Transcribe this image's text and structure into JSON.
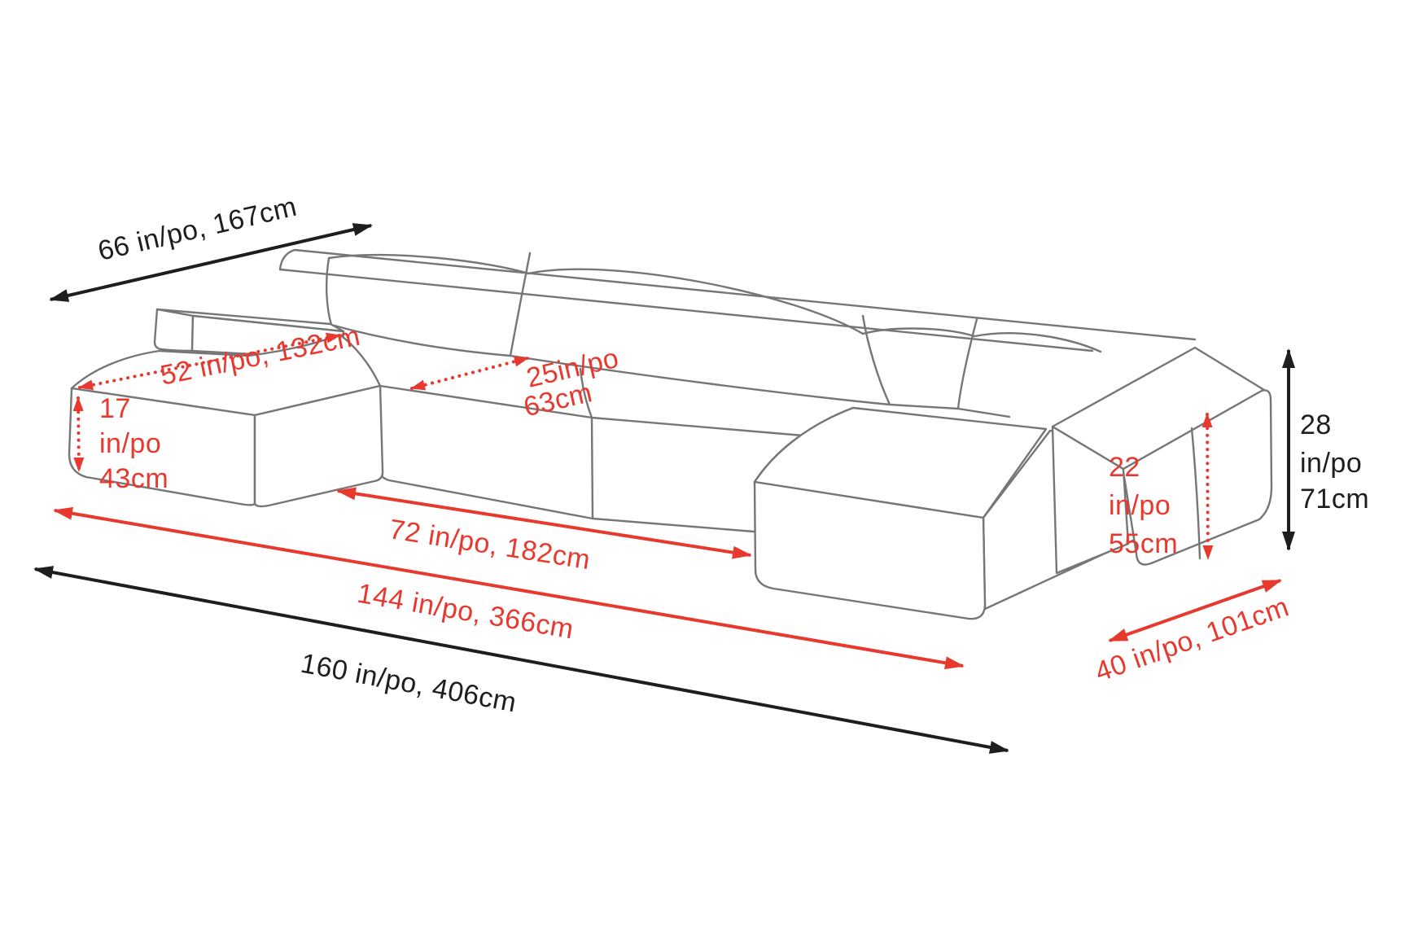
{
  "figure": {
    "name": "U-shaped sectional sofa dimension diagram",
    "background": "#ffffff"
  },
  "colors": {
    "annotation_red": "#e8392e",
    "annotation_black": "#1e1e1e",
    "sofa_outline": "#767676"
  },
  "annotations": {
    "left_chaise_total_length": {
      "text": "66 in/po, 167cm"
    },
    "left_chaise_inner_length": {
      "text": "52 in/po, 132cm"
    },
    "seat_height": {
      "lines": [
        "17",
        "in/po",
        "43cm"
      ]
    },
    "seat_depth": {
      "lines": [
        "25in/po",
        "63cm"
      ]
    },
    "inner_width": {
      "text": "72 in/po, 182cm"
    },
    "outer_width": {
      "text": "144 in/po, 366cm"
    },
    "total_width": {
      "text": "160 in/po, 406cm"
    },
    "armrest_height": {
      "lines": [
        "22",
        "in/po",
        "55cm"
      ]
    },
    "back_height": {
      "lines": [
        "28",
        "in/po",
        "71cm"
      ]
    },
    "right_chaise_length": {
      "text": "40 in/po, 101cm"
    }
  }
}
